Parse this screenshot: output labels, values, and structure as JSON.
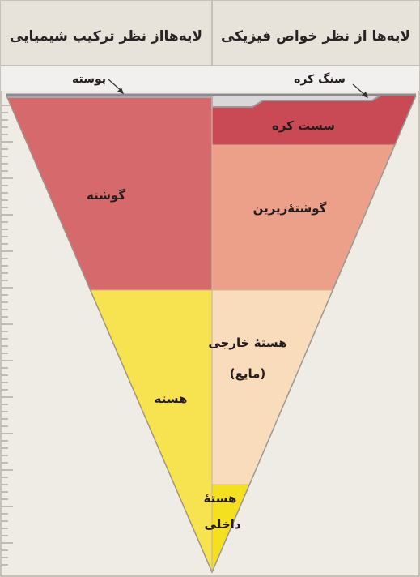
{
  "headers": {
    "chemical": "لایه‌هااز نظر ترکیب شیمیایی",
    "physical": "لایه‌ها از نظر خواص فیزیکی"
  },
  "chemical_layers": {
    "crust": "پوسته",
    "mantle": "گوشته",
    "core": "هسته"
  },
  "physical_layers": {
    "lithosphere": "سنگ کره",
    "asthenosphere": "سست کره",
    "lower_mantle": "گوشتهٔ‌زیرین",
    "outer_core_line1": "هستهٔ خارجی",
    "outer_core_line2": "(مایع)",
    "inner_core_line1": "هستهٔ",
    "inner_core_line2": "داخلی"
  },
  "colors": {
    "mantle": "#d5696b",
    "asthenosphere": "#c94a55",
    "lower_mantle": "#eca089",
    "core": "#f7e34f",
    "outer_core": "#f9dcbc",
    "inner_core": "#f4e01e",
    "crust": "#a9a9b0",
    "background": "#efece6"
  }
}
